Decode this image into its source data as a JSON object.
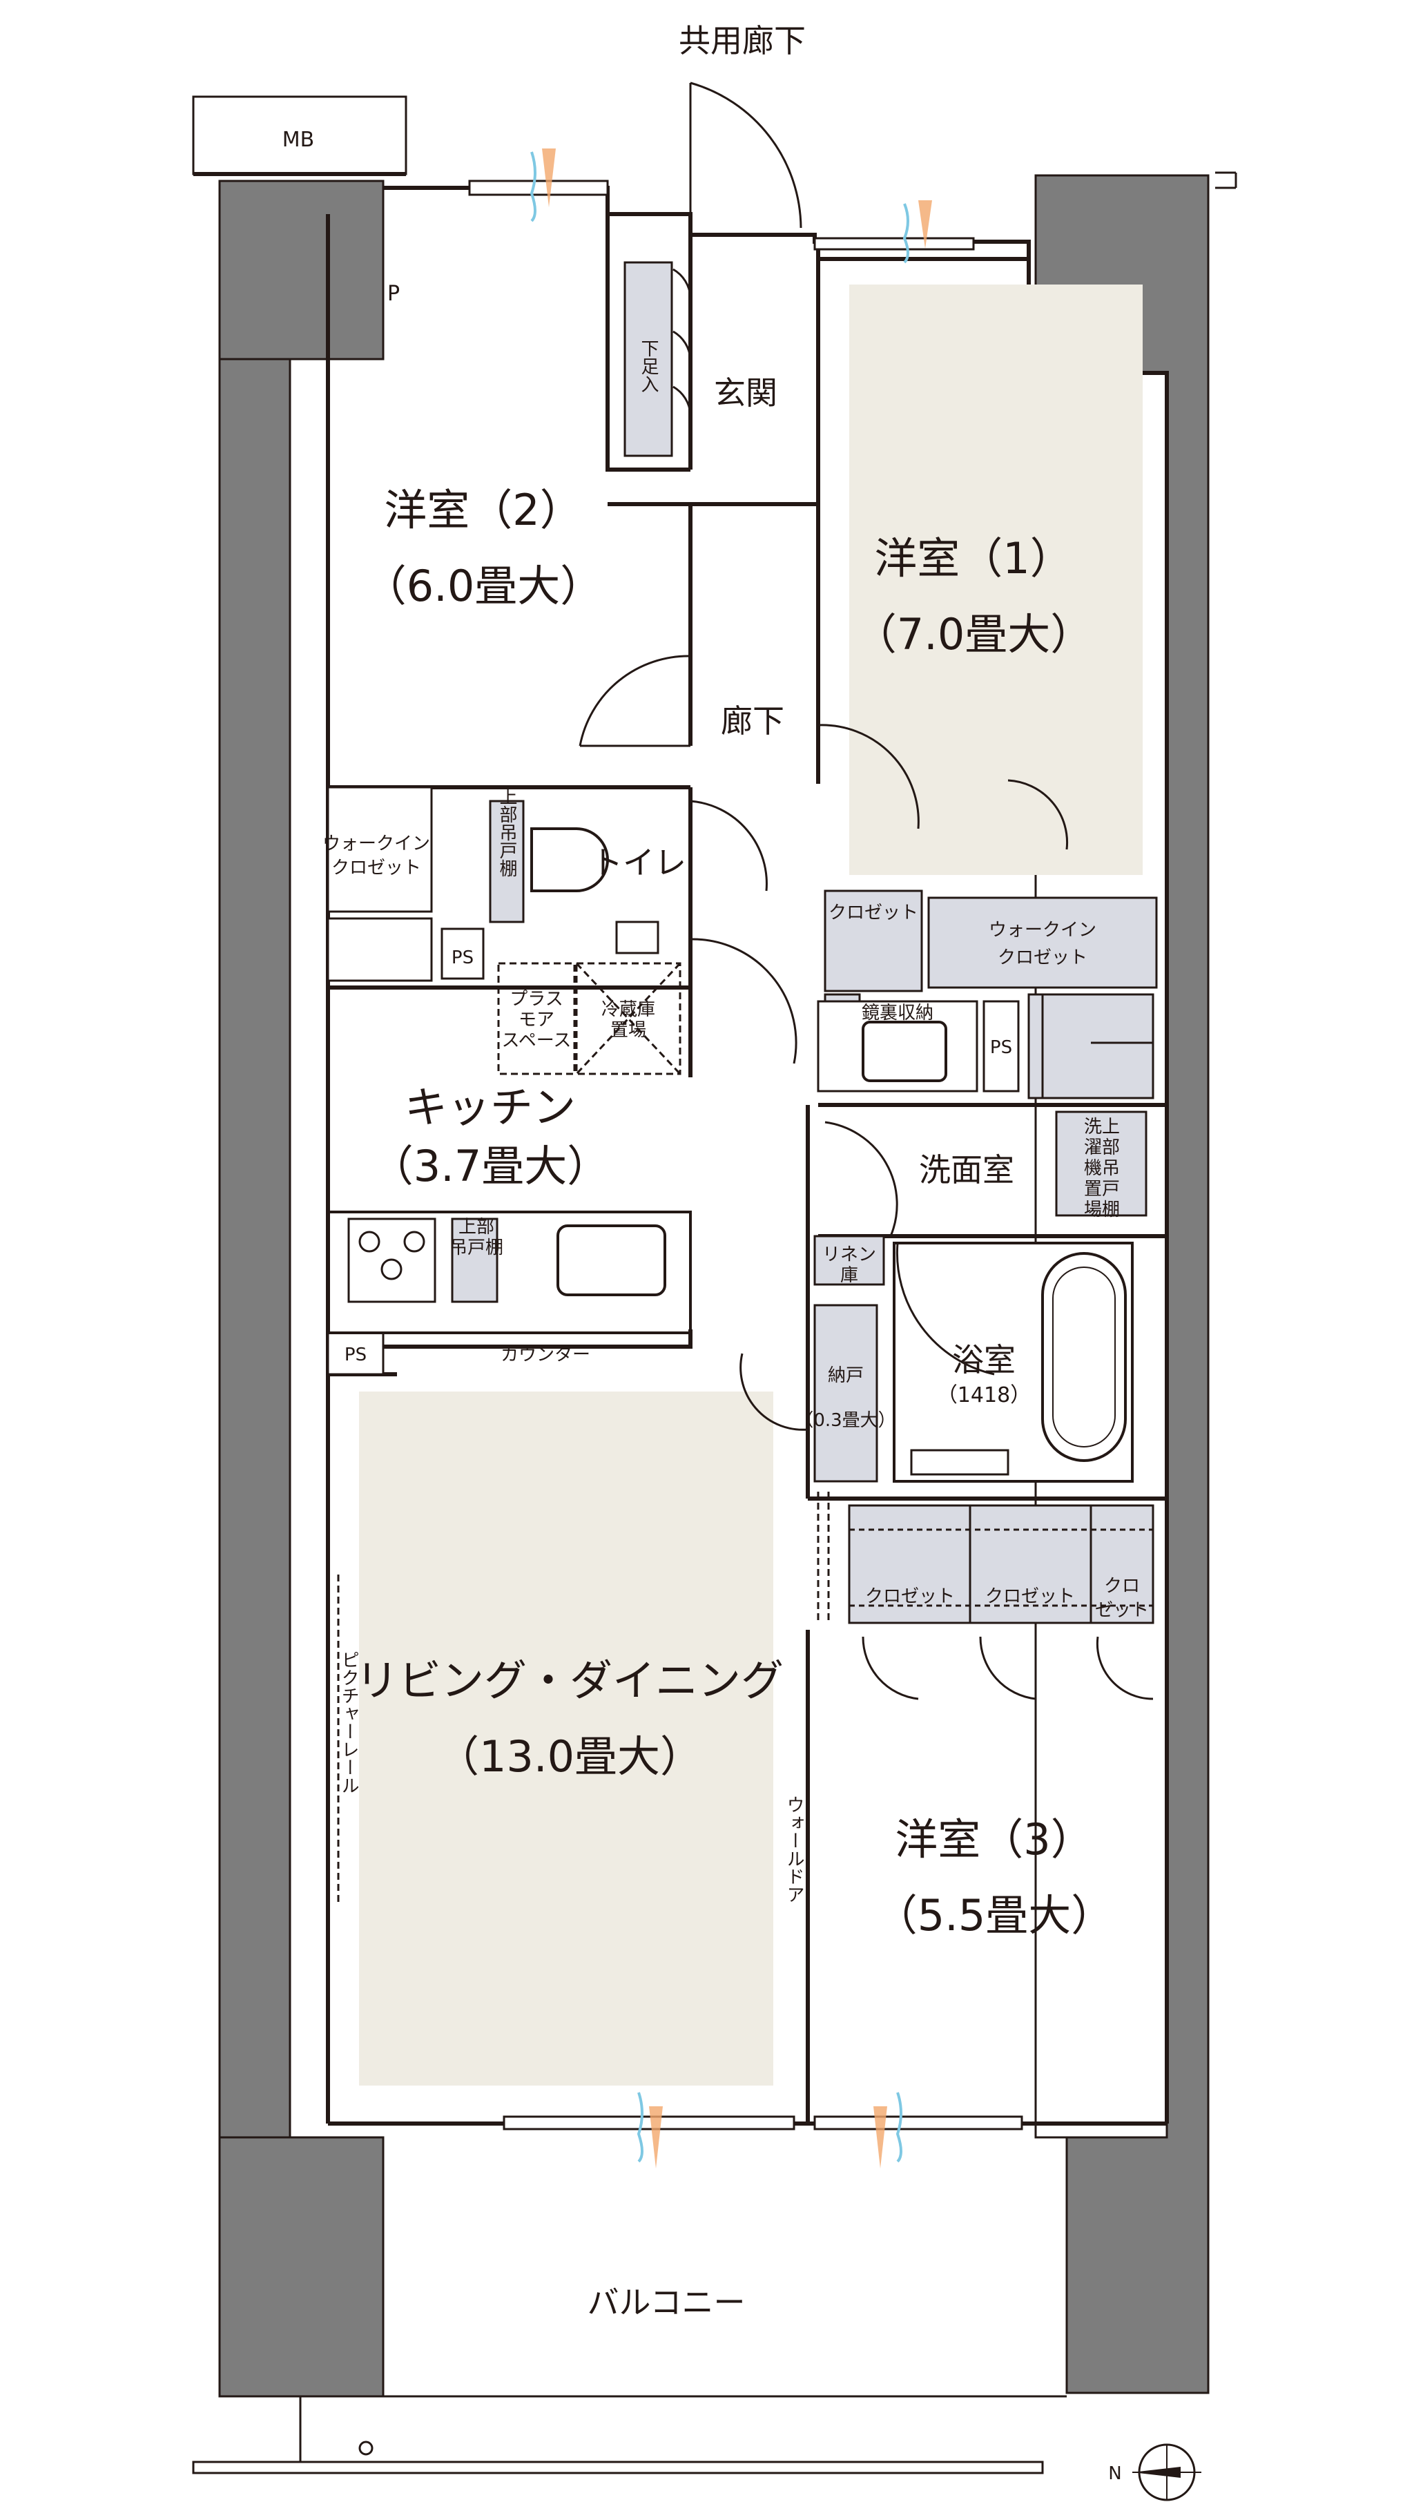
{
  "labels": {
    "common_corridor": "共用廊下",
    "mb": "MB",
    "p": "P",
    "entrance": "玄関",
    "shoe_storage": "下足入",
    "room2_name": "洋室（2）",
    "room2_size": "（6.0畳大）",
    "room1_name": "洋室（1）",
    "room1_size": "（7.0畳大）",
    "hallway": "廊下",
    "wic_left_1": "ウォークイン",
    "wic_left_2": "クロゼット",
    "upper_cabinet_toilet": "上部吊戸棚",
    "toilet": "トイレ",
    "ps": "PS",
    "closet": "クロゼット",
    "wic_right_1": "ウォークイン",
    "wic_right_2": "クロゼット",
    "plus_more_1": "プラス",
    "plus_more_2": "モア",
    "plus_more_3": "スペース",
    "fridge_1": "冷蔵庫",
    "fridge_2": "置場",
    "mirror_storage": "鏡裏収納",
    "kitchen_name": "キッチン",
    "kitchen_size": "（3.7畳大）",
    "washroom": "洗面室",
    "laundry_1": "洗上",
    "laundry_2": "濯部",
    "laundry_3": "機吊",
    "laundry_4": "置戸",
    "laundry_5": "場棚",
    "upper_cabinet_kitchen_1": "上部",
    "upper_cabinet_kitchen_2": "吊戸棚",
    "linen_1": "リネン",
    "linen_2": "庫",
    "counter": "カウンター",
    "storeroom": "納戸",
    "storeroom_size": "（0.3畳大）",
    "bath_name": "浴室",
    "bath_size": "（1418）",
    "closet_short_1": "クロ",
    "closet_short_2": "ゼット",
    "ld_name": "リビング・ダイニング",
    "ld_size": "（13.0畳大）",
    "picture_rail": "ピクチャーレール",
    "wall_door": "ウォールドア",
    "room3_name": "洋室（3）",
    "room3_size": "（5.5畳大）",
    "balcony": "バルコニー",
    "north": "N"
  },
  "colors": {
    "wall": "#5a5a5a",
    "wall_fill": "#7a7a7a",
    "room_highlight": "#efece3",
    "storage": "#d9dbe3",
    "line": "#231815",
    "vent_orange": "#f3a86b",
    "vent_blue": "#7ec8e3"
  }
}
